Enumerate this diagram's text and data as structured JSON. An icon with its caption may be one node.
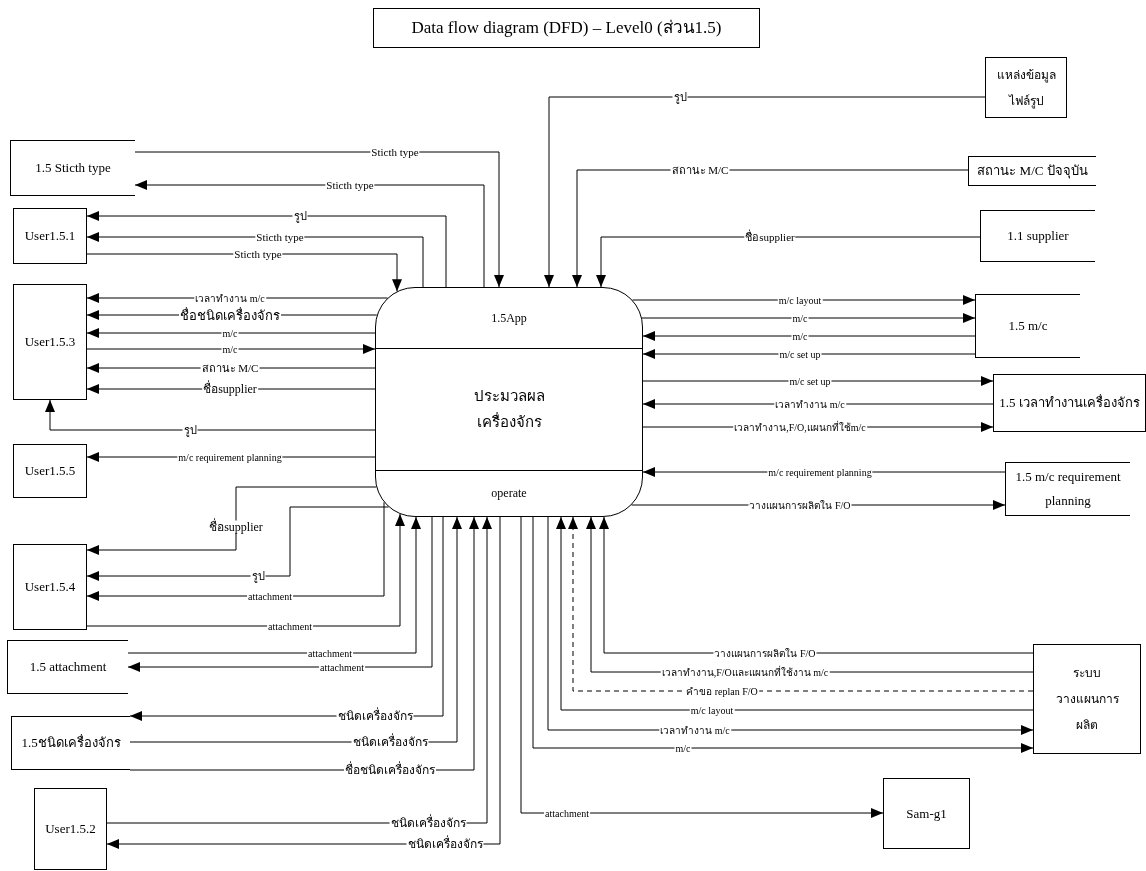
{
  "diagram": {
    "title": "Data flow diagram (DFD) – Level0 (ส่วน1.5)",
    "nodes": [
      {
        "text": [
          "1.5App",
          "ประมวลผลเครื่องจักร",
          "operate"
        ]
      },
      {
        "text": [
          "1.5 Sticth type"
        ]
      },
      {
        "text": [
          "User1.5.1"
        ]
      },
      {
        "text": [
          "User1.5.3"
        ]
      },
      {
        "text": [
          "User1.5.5"
        ]
      },
      {
        "text": [
          "User1.5.4"
        ]
      },
      {
        "text": [
          "1.5 attachment"
        ]
      },
      {
        "text": [
          "1.5ชนิดเครื่องจักร"
        ]
      },
      {
        "text": [
          "User1.5.2"
        ]
      },
      {
        "text": [
          "แหล่งข้อมูลไฟล์รูป"
        ]
      },
      {
        "text": [
          "สถานะ M/C ปัจจุบัน"
        ]
      },
      {
        "text": [
          "1.1 supplier"
        ]
      },
      {
        "text": [
          "1.5 m/c"
        ]
      },
      {
        "text": [
          "1.5 เวลาทำงานเครื่องจักร"
        ]
      },
      {
        "text": [
          "1.5 m/c requirement planning"
        ]
      },
      {
        "text": [
          "ระบบวางแผนการผลิต"
        ]
      },
      {
        "text": [
          "Sam-g1"
        ]
      }
    ],
    "edges": [
      {
        "from": 1,
        "to": 0,
        "arrow": "to",
        "label": "Sticth type"
      },
      {
        "from": 0,
        "to": 1,
        "arrow": "to",
        "label": "Sticth type"
      },
      {
        "from": 0,
        "to": 2,
        "arrow": "to",
        "label": "รูป"
      },
      {
        "from": 0,
        "to": 2,
        "arrow": "to",
        "label": "Sticth type"
      },
      {
        "from": 2,
        "to": 0,
        "arrow": "to",
        "label": "Sticth type"
      },
      {
        "from": 9,
        "to": 0,
        "arrow": "to",
        "label": "รูป"
      },
      {
        "from": 10,
        "to": 0,
        "arrow": "to",
        "label": "สถานะ M/C"
      },
      {
        "from": 11,
        "to": 0,
        "arrow": "to",
        "label": "ชื่อsupplier"
      },
      {
        "from": 0,
        "to": 3,
        "arrow": "to",
        "label": "เวลาทำงาน m/c"
      },
      {
        "from": 0,
        "to": 3,
        "arrow": "to",
        "label": "ชื่อชนิดเครื่องจักร"
      },
      {
        "from": 0,
        "to": 3,
        "arrow": "to",
        "label": "m/c"
      },
      {
        "from": 3,
        "to": 0,
        "arrow": "to",
        "label": "m/c"
      },
      {
        "from": 0,
        "to": 3,
        "arrow": "to",
        "label": "สถานะ M/C"
      },
      {
        "from": 0,
        "to": 3,
        "arrow": "to",
        "label": "ชื่อsupplier"
      },
      {
        "from": 0,
        "to": 3,
        "arrow": "to",
        "label": "รูป"
      },
      {
        "from": 0,
        "to": 4,
        "arrow": "to",
        "label": "m/c requirement planning"
      },
      {
        "from": 0,
        "to": 5,
        "arrow": "to",
        "label": "ชื่อsupplier"
      },
      {
        "from": 0,
        "to": 5,
        "arrow": "to",
        "label": "รูป"
      },
      {
        "from": 0,
        "to": 5,
        "arrow": "to",
        "label": "attachment"
      },
      {
        "from": 5,
        "to": 0,
        "arrow": "to",
        "label": "attachment"
      },
      {
        "from": 6,
        "to": 0,
        "arrow": "to",
        "label": "attachment"
      },
      {
        "from": 0,
        "to": 6,
        "arrow": "to",
        "label": "attachment"
      },
      {
        "from": 0,
        "to": 7,
        "arrow": "to",
        "label": "ชนิดเครื่องจักร"
      },
      {
        "from": 7,
        "to": 0,
        "arrow": "to",
        "label": "ชนิดเครื่องจักร"
      },
      {
        "from": 7,
        "to": 0,
        "arrow": "to",
        "label": "ชื่อชนิดเครื่องจักร"
      },
      {
        "from": 8,
        "to": 0,
        "arrow": "to",
        "label": "ชนิดเครื่องจักร"
      },
      {
        "from": 0,
        "to": 8,
        "arrow": "to",
        "label": "ชนิดเครื่องจักร"
      },
      {
        "from": 0,
        "to": 16,
        "arrow": "to",
        "label": "attachment"
      },
      {
        "from": 0,
        "to": 15,
        "arrow": "to",
        "label": "m/c"
      },
      {
        "from": 0,
        "to": 15,
        "arrow": "to",
        "label": "เวลาทำงาน m/c"
      },
      {
        "from": 15,
        "to": 0,
        "arrow": "to",
        "label": "m/c layout"
      },
      {
        "from": 15,
        "to": 0,
        "arrow": "to",
        "label": "คำขอ replan  F/O",
        "style": "dashed"
      },
      {
        "from": 15,
        "to": 0,
        "arrow": "to",
        "label": "เวลาทำงาน,F/Oและแผนกที่ใช้งาน m/c"
      },
      {
        "from": 15,
        "to": 0,
        "arrow": "to",
        "label": "วางแผนการผลิตใน F/O"
      },
      {
        "from": 0,
        "to": 12,
        "arrow": "to",
        "label": "m/c layout"
      },
      {
        "from": 0,
        "to": 12,
        "arrow": "to",
        "label": "m/c"
      },
      {
        "from": 12,
        "to": 0,
        "arrow": "to",
        "label": "m/c"
      },
      {
        "from": 12,
        "to": 0,
        "arrow": "to",
        "label": "m/c set up"
      },
      {
        "from": 0,
        "to": 13,
        "arrow": "to",
        "label": "m/c set up"
      },
      {
        "from": 13,
        "to": 0,
        "arrow": "to",
        "label": "เวลาทำงาน m/c"
      },
      {
        "from": 0,
        "to": 13,
        "arrow": "to",
        "label": "เวลาทำงาน,F/O,แผนกที่ใช้m/c"
      },
      {
        "from": 14,
        "to": 0,
        "arrow": "to",
        "label": "m/c requirement planning"
      },
      {
        "from": 0,
        "to": 14,
        "arrow": "to",
        "label": "วางแผนการผลิตใน F/O"
      }
    ]
  }
}
